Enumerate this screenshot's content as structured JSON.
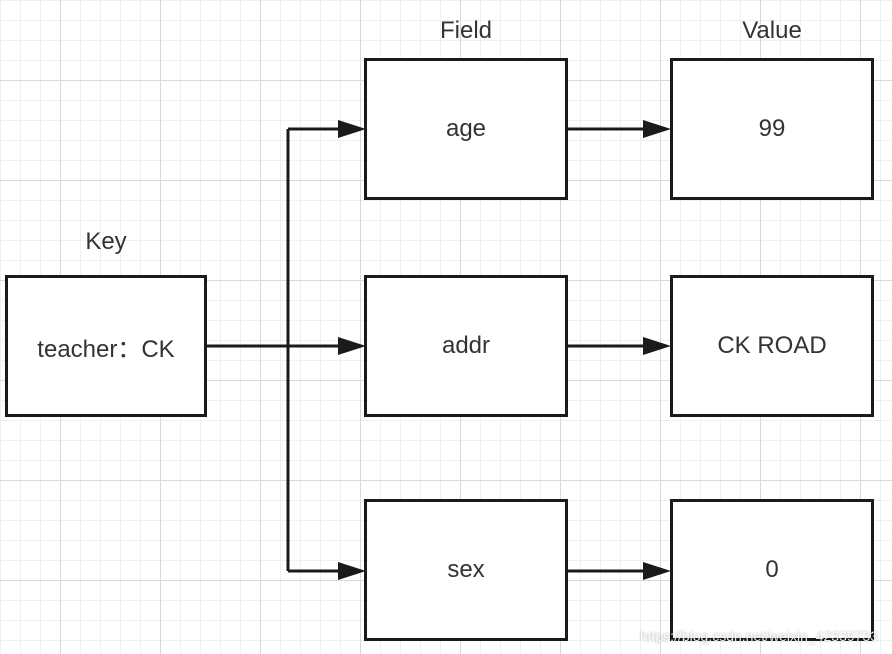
{
  "headers": {
    "key": "Key",
    "field": "Field",
    "value": "Value"
  },
  "key_box": {
    "text": "teacher：CK"
  },
  "fields": [
    {
      "text": "age"
    },
    {
      "text": "addr"
    },
    {
      "text": "sex"
    }
  ],
  "values": [
    {
      "text": "99"
    },
    {
      "text": "CK ROAD"
    },
    {
      "text": "0"
    }
  ],
  "watermark": "https://blog.csdn.net/weixin_42339733",
  "colors": {
    "stroke": "#1a1a1a",
    "text": "#333333",
    "grid_major": "#d9d9d9",
    "grid_minor": "#f0f0f0"
  }
}
